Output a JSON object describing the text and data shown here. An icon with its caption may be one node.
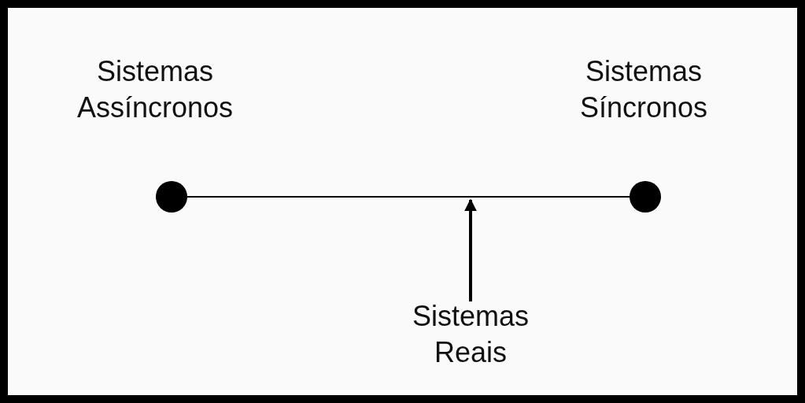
{
  "diagram": {
    "nodes": [
      {
        "text": [],
        "shape": "circle",
        "beside": [
          "Sistemas Assíncronos"
        ]
      },
      {
        "text": [],
        "shape": "circle",
        "beside": [
          "Sistemas Síncronos"
        ]
      },
      {
        "text": [
          "Sistemas Reais"
        ]
      }
    ],
    "edges": [
      {
        "from": 0,
        "to": 1,
        "arrow": "none"
      },
      {
        "from": 2,
        "to": null,
        "arrow": "to",
        "style": "thick"
      }
    ]
  }
}
